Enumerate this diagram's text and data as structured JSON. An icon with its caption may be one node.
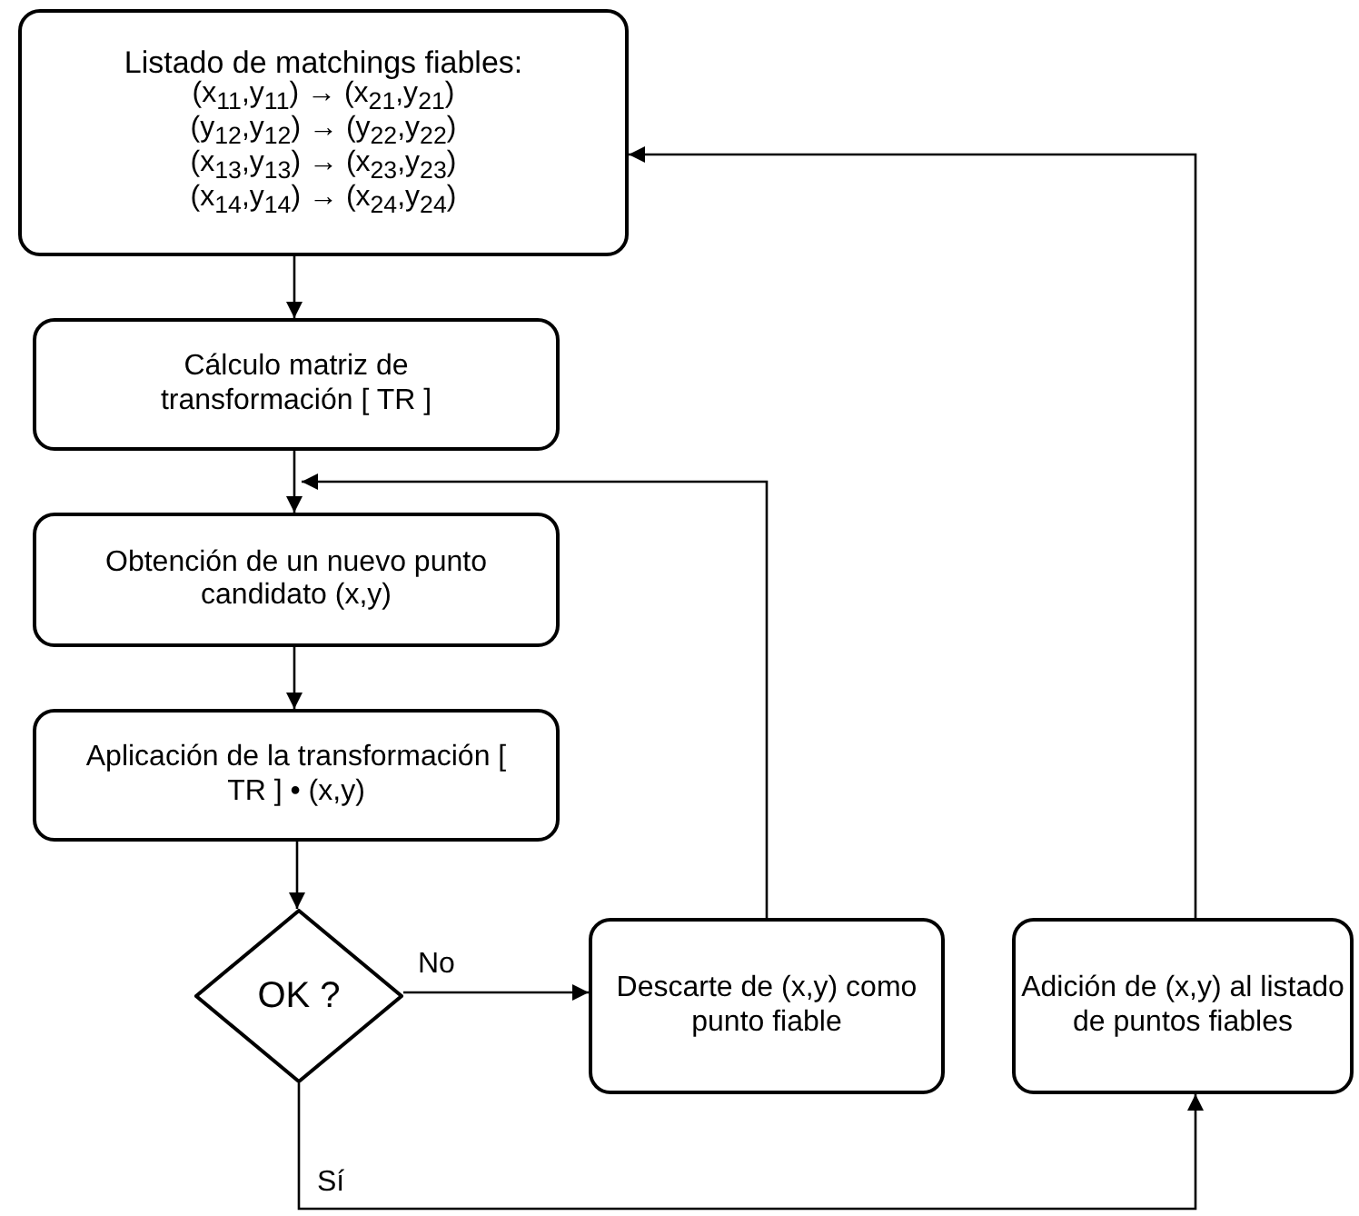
{
  "diagram": {
    "nodes": [
      {
        "text": [
          "Listado de matchings fiables:",
          "(x$_{11}$,y$_{11}$) → (x$_{21}$,y$_{21}$)",
          "(y$_{12}$,y$_{12}$) → (y$_{22}$,y$_{22}$)",
          "(x$_{13}$,y$_{13}$) → (x$_{23}$,y$_{23}$)",
          "(x$_{14}$,y$_{14}$) → (x$_{24}$,y$_{24}$)"
        ]
      },
      {
        "text": [
          "Cálculo matriz de transformación [ TR ]"
        ]
      },
      {
        "text": [
          "Obtención de un nuevo punto candidato (x,y)"
        ]
      },
      {
        "text": [
          "Aplicación de la transformación [ TR ] • (x,y)"
        ]
      },
      {
        "text": [
          "OK ?"
        ]
      },
      {
        "text": [
          "Descarte de (x,y) como punto fiable"
        ]
      },
      {
        "text": [
          "Adición de (x,y) al listado de puntos fiables"
        ]
      }
    ],
    "edges": [
      {
        "from": 0,
        "to": 1,
        "arrow": "to"
      },
      {
        "from": 1,
        "to": 2,
        "arrow": "to"
      },
      {
        "from": 2,
        "to": 3,
        "arrow": "to"
      },
      {
        "from": 3,
        "to": 4,
        "arrow": "to"
      },
      {
        "from": 4,
        "to": 5,
        "arrow": "to",
        "label": "No"
      },
      {
        "from": 4,
        "to": 6,
        "arrow": "to",
        "label": "Sí"
      },
      {
        "from": 5,
        "to": 2,
        "arrow": "to"
      },
      {
        "from": 6,
        "to": 0,
        "arrow": "to"
      }
    ]
  }
}
